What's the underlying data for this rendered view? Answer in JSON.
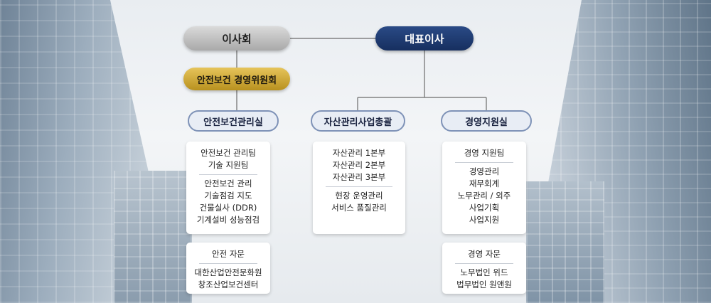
{
  "board": {
    "label": "이사회"
  },
  "ceo": {
    "label": "대표이사"
  },
  "committee": {
    "label": "안전보건 경영위원회"
  },
  "departments": {
    "safety": {
      "label": "안전보건관리실",
      "teams": [
        "안전보건 관리팀",
        "기술 지원팀"
      ],
      "duties": [
        "안전보건 관리",
        "기술점검 지도",
        "건물실사 (DDR)",
        "기계설비 성능점검"
      ],
      "advisory_title": "안전 자문",
      "advisors": [
        "대한산업안전문화원",
        "창조산업보건센터"
      ]
    },
    "asset": {
      "label": "자산관리사업총괄",
      "divisions": [
        "자산관리 1본부",
        "자산관리 2본부",
        "자산관리 3본부"
      ],
      "duties": [
        "현장 운영관리",
        "서비스 품질관리"
      ]
    },
    "admin": {
      "label": "경영지원실",
      "team": "경영 지원팀",
      "duties": [
        "경영관리",
        "재무회계",
        "노무관리 / 외주",
        "사업기획",
        "사업지원"
      ],
      "advisory_title": "경영 자문",
      "advisors": [
        "노무법인 위드",
        "법무법인 원앤원"
      ]
    }
  },
  "colors": {
    "navy": "#1e3c74",
    "gold": "#c9a43a",
    "gray": "#b5b5b5",
    "dept_border": "#7e92b7",
    "connector": "#6b6b6b"
  }
}
